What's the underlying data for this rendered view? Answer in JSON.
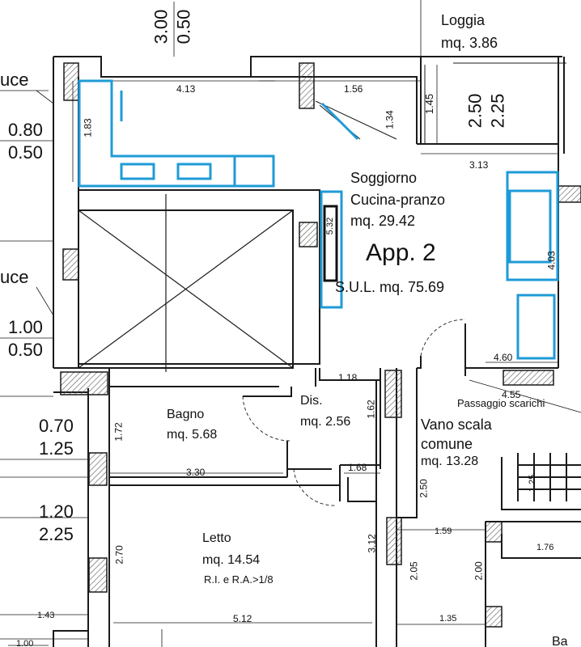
{
  "colors": {
    "wall": "#1a1a1a",
    "furniture": "#1e9bd7",
    "hatch": "#555555"
  },
  "rooms": {
    "loggia": {
      "name": "Loggia",
      "area": "mq. 3.86"
    },
    "soggiorno": {
      "name1": "Soggiorno",
      "name2": "Cucina-pranzo",
      "area": "mq. 29.42"
    },
    "apartment": {
      "name": "App. 2",
      "sul": "S.U.L. mq. 75.69"
    },
    "bagno": {
      "name": "Bagno",
      "area": "mq. 5.68"
    },
    "dis": {
      "name": "Dis.",
      "area": "mq. 2.56"
    },
    "vano_scala": {
      "name1": "Vano scala",
      "name2": "comune",
      "area": "mq. 13.28"
    },
    "letto": {
      "name": "Letto",
      "area": "mq. 14.54",
      "ratio": "R.I. e R.A.>1/8"
    },
    "passaggio": "Passaggio scarichi",
    "left_partial": [
      "uce",
      "uce"
    ],
    "bottom_partial": "Ba"
  },
  "window_ratios": {
    "left": [
      [
        "0.80",
        "0.50"
      ],
      [
        "1.00",
        "0.50"
      ],
      [
        "0.70",
        "1.25"
      ],
      [
        "1.20",
        "2.25"
      ]
    ],
    "top": [
      "3.00",
      "0.50"
    ],
    "loggia": [
      "2.50",
      "2.25"
    ]
  },
  "dimensions": {
    "d413": "4.13",
    "d156": "1.56",
    "d134": "1.34",
    "d183": "1.83",
    "d145": "1.45",
    "d313": "3.13",
    "d532": "5.32",
    "d403": "4.03",
    "d460": "4.60",
    "d455": "4.55",
    "d118": "1.18",
    "d162": "1.62",
    "d172": "1.72",
    "d330": "3.30",
    "d168": "1.68",
    "d250": "2.50",
    "d125": "1.25",
    "d159": "1.59",
    "d176": "1.76",
    "d312": "3.12",
    "d270": "2.70",
    "d205": "2.05",
    "d200": "2.00",
    "d143": "1.43",
    "d135": "1.35",
    "d512": "5.12",
    "d100": "1.00"
  }
}
